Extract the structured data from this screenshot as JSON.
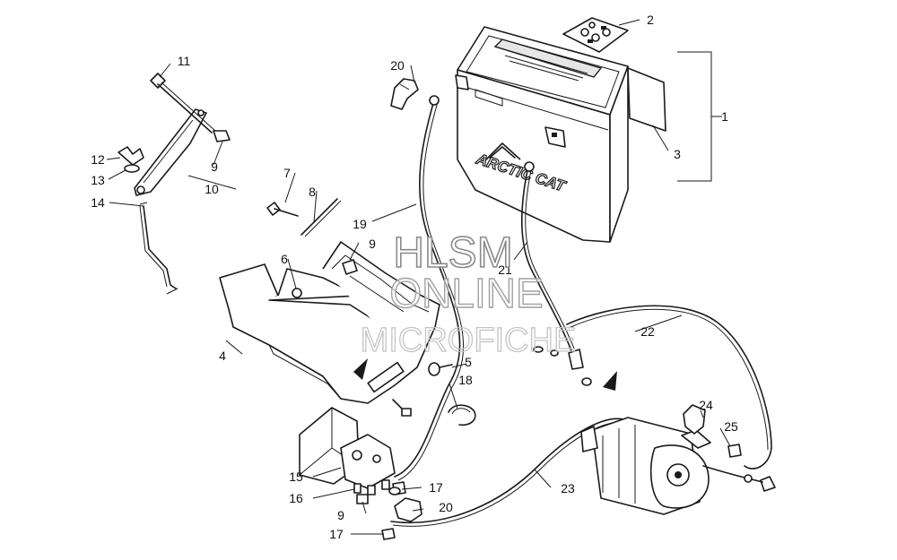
{
  "diagram": {
    "brand_label": "ARCTIC CAT",
    "watermark": {
      "line1": "HLSM",
      "line2": "ONLINE",
      "line3": "MICROFICHE"
    },
    "callouts": [
      "1",
      "2",
      "3",
      "4",
      "5",
      "6",
      "7",
      "8",
      "9",
      "9",
      "9",
      "10",
      "11",
      "12",
      "13",
      "14",
      "15",
      "16",
      "17",
      "17",
      "18",
      "19",
      "20",
      "20",
      "21",
      "22",
      "23",
      "24",
      "25"
    ],
    "colors": {
      "line": "#1a1a1a",
      "background": "#ffffff",
      "watermark": "#8a8a8a"
    }
  }
}
